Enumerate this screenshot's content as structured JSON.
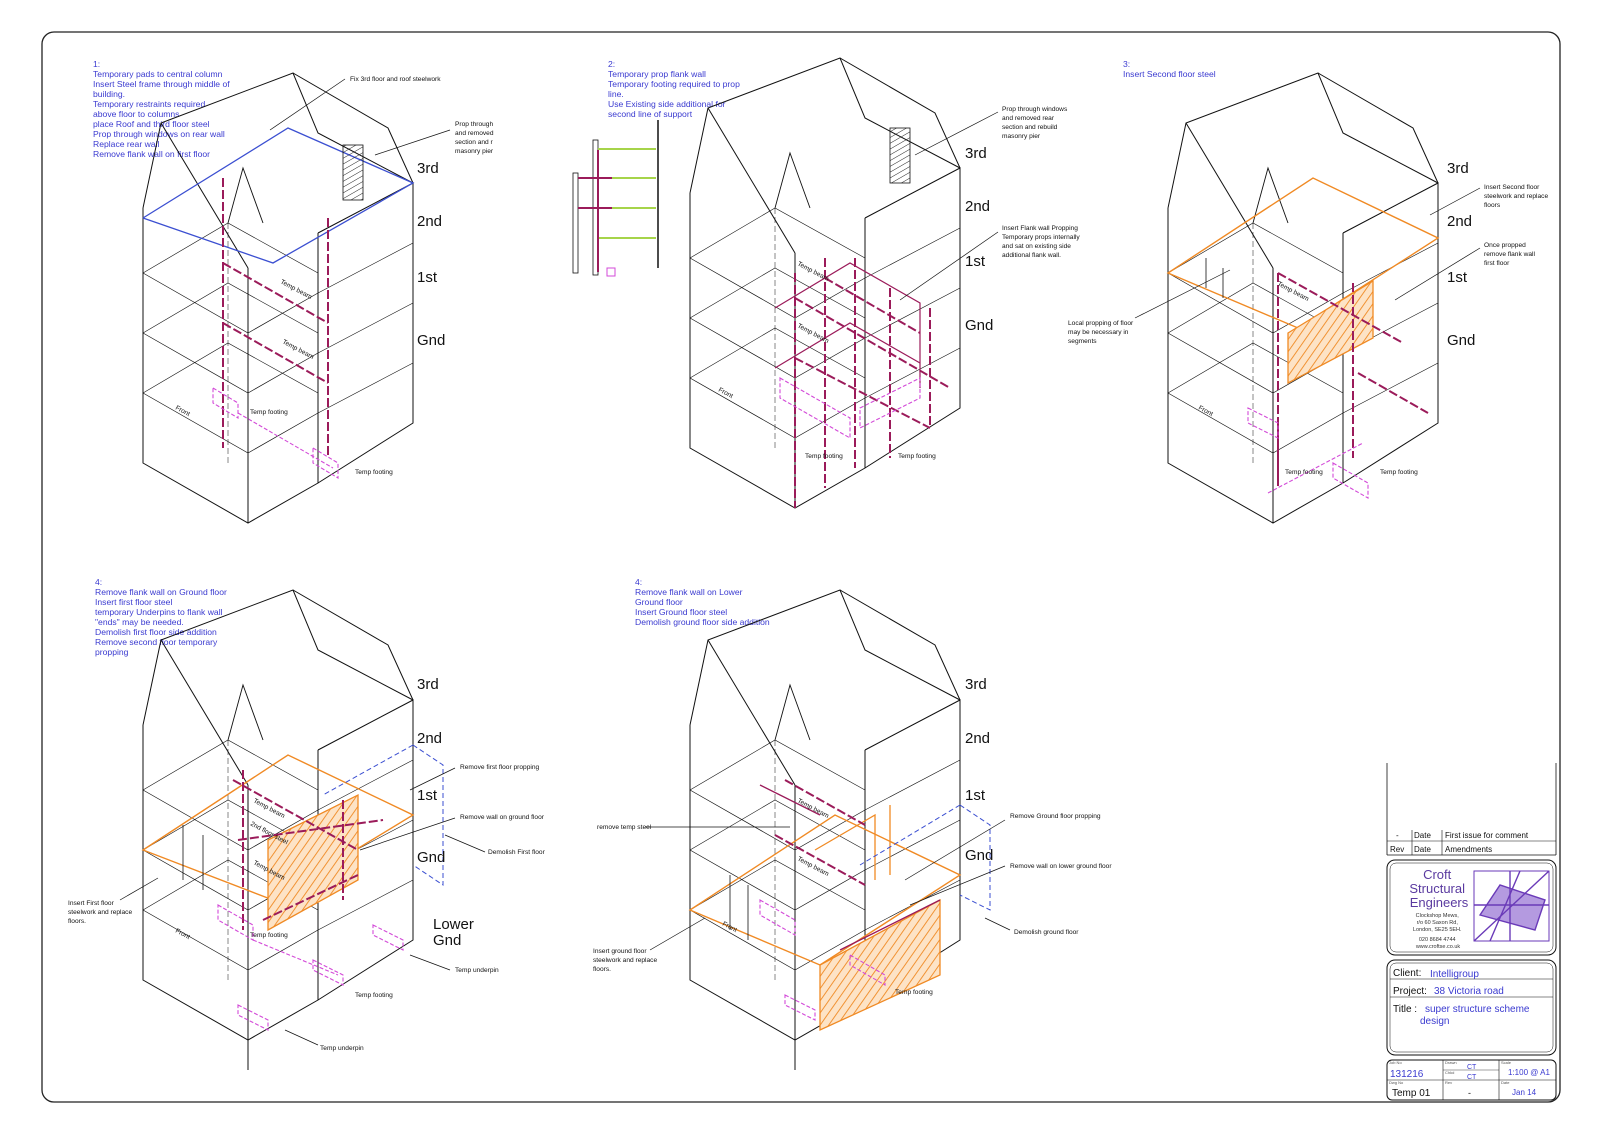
{
  "panels": [
    {
      "notes": [
        "1:",
        "Temporary pads to central column",
        "Insert Steel frame through middle of",
        "building.",
        "Temporary restraints required",
        "above floor to columns",
        "place Roof and third floor steel",
        "Prop through windows on rear wall",
        "Replace rear wall",
        "Remove flank wall on first floor"
      ],
      "floors": [
        "3rd",
        "2nd",
        "1st",
        "Gnd"
      ],
      "labels": {
        "top": "Fix 3rd floor and roof steelwork",
        "prop": "Prop through\nand removed\nsection and r\nmasonry pier",
        "beam1": "Temp beam",
        "beam2": "Temp beam",
        "front": "Front",
        "footing1": "Temp footing",
        "footing2": "Temp footing"
      }
    },
    {
      "notes": [
        "2:",
        "Temporary prop flank wall",
        "Temporary footing required to prop",
        "line.",
        "Use Existing side additional for",
        "second line of support"
      ],
      "floors": [
        "3rd",
        "2nd",
        "1st",
        "Gnd"
      ],
      "labels": {
        "prop": "Prop through windows\nand removed rear\nsection and rebuild\nmasonry pier",
        "flank": "Insert Flank wall Propping\nTemporary props internally\nand sat on existing side\nadditional flank wall.",
        "beam1": "Temp beam",
        "beam2": "Temp beam",
        "front": "Front",
        "footing1": "Temp footing",
        "footing2": "Temp footing"
      }
    },
    {
      "notes": [
        "3:",
        "Insert Second floor steel"
      ],
      "floors": [
        "3rd",
        "2nd",
        "1st",
        "Gnd"
      ],
      "labels": {
        "second": "Insert Second floor\nsteelwork and replace\nfloors",
        "once": "Once propped\nremove flank wall\nfirst floor",
        "local": "Local propping of floor\nmay be necessary in\nsegments",
        "beam1": "Temp beam",
        "front": "Front",
        "footing1": "Temp footing",
        "footing2": "Temp footing"
      }
    },
    {
      "notes": [
        "4:",
        "Remove flank wall on Ground floor",
        "Insert first floor steel",
        "temporary Underpins to flank wall",
        "\"ends\" may be needed.",
        "Demolish first floor side addition",
        "Remove second floor temporary",
        "propping"
      ],
      "floors": [
        "3rd",
        "2nd",
        "1st",
        "Gnd",
        "Lower",
        "Gnd"
      ],
      "labels": {
        "r1": "Remove first floor propping",
        "r2": "Remove wall on ground floor",
        "r3": "Demolish First floor",
        "left": "Insert First  floor\nsteelwork and replace\nfloors.",
        "beam1": "Temp beam",
        "beam2": "2nd floor steel",
        "beam3": "Temp beam",
        "front": "Front",
        "footing1": "Temp footing",
        "footing2": "Temp footing",
        "underpin1": "Temp underpin",
        "underpin2": "Temp underpin"
      }
    },
    {
      "notes": [
        "4:",
        "Remove flank wall on Lower",
        "Ground floor",
        "Insert Ground floor steel",
        "Demolish ground floor side addition"
      ],
      "floors": [
        "3rd",
        "2nd",
        "1st",
        "Gnd"
      ],
      "labels": {
        "r1": "Remove Ground floor propping",
        "r2": "Remove wall on lower ground floor",
        "r3": "Demolish ground floor",
        "tempsteel": "remove temp steel",
        "left": "Insert ground floor\nsteelwork and replace\nfloors.",
        "beam1": "Temp beam",
        "beam2": "Temp beam",
        "front": "Front",
        "footing1": "Temp footing"
      }
    }
  ],
  "title_block": {
    "rev_row": {
      "rev": "-",
      "date": "Date",
      "amendment": "First issue for comment"
    },
    "header_row": {
      "rev": "Rev",
      "date": "Date",
      "amendment": "Amendments"
    },
    "company": [
      "Croft",
      "Structural",
      "Engineers"
    ],
    "address": [
      "Clockshop Mews,",
      "r/o 60 Saxon Rd,",
      "London, SE25 5EH.",
      "020 8684 4744",
      "www.croftse.co.uk"
    ],
    "client_label": "Client:",
    "client": "Intelligroup",
    "project_label": "Project:",
    "project": "38 Victoria road",
    "title_label": "Title :",
    "title": [
      "super structure scheme",
      "design"
    ],
    "job_no": "131216",
    "drawn": "CT",
    "chkd": "CT",
    "scale": "1:100 @ A1",
    "dwg_no": "Temp 01",
    "rev": "-",
    "date": "Jan 14",
    "field_labels": {
      "job": "Job No",
      "drawn": "Drawn",
      "chkd": "Chkd",
      "scale": "Scale",
      "dwg": "Dwg No",
      "rev": "Rev",
      "date": "Date"
    }
  },
  "colors": {
    "border": "#222222",
    "notes": "#3a3ad0",
    "beam": "#9b1b5a",
    "new_steel": "#f08a24",
    "footing": "#d34ad8",
    "props": "#a6d44a",
    "dashed_blue": "#3b4fd1"
  }
}
